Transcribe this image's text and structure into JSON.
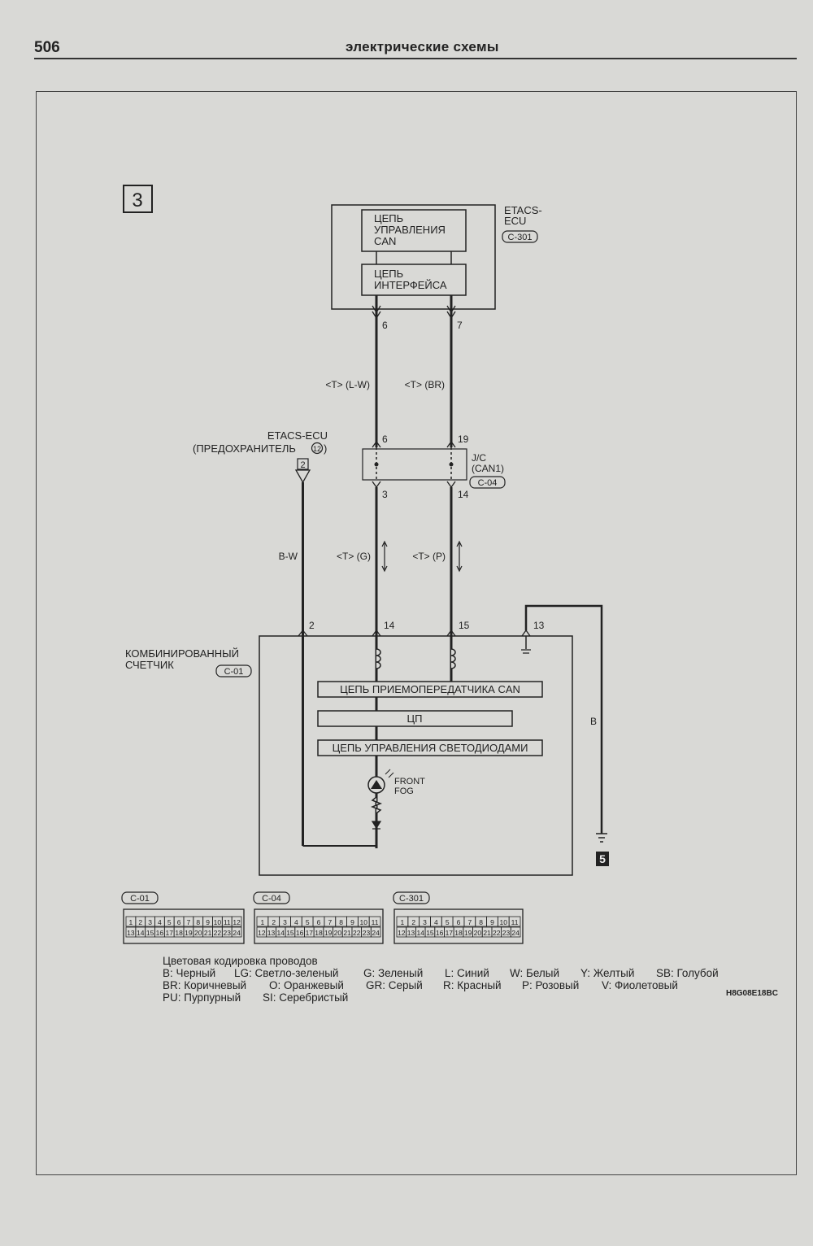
{
  "header": {
    "page_number": "506",
    "title": "электрические схемы"
  },
  "diagram": {
    "section_number": "3",
    "etacs_ecu_top": {
      "label_line1": "ETACS-",
      "label_line2": "ECU",
      "connector": "C-301",
      "can_control": {
        "line1": "ЦЕПЬ",
        "line2": "УПРАВЛЕНИЯ",
        "line3": "CAN"
      },
      "interface": {
        "line1": "ЦЕПЬ",
        "line2": "ИНТЕРФЕЙСА"
      },
      "pin_left": "6",
      "pin_right": "7"
    },
    "wire_labels_top": {
      "left": "<T> (L-W)",
      "right": "<T> (BR)"
    },
    "jc": {
      "label_line1": "J/C",
      "label_line2": "(CAN1)",
      "connector": "C-04",
      "pin_top_left": "6",
      "pin_top_right": "19",
      "pin_bottom_left": "3",
      "pin_bottom_right": "14"
    },
    "etacs_fuse": {
      "label_line1": "ETACS-ECU",
      "label_line2": "(ПРЕДОХРАНИТЕЛЬ",
      "fuse_number": "12",
      "closing": ")",
      "connector_pin": "2"
    },
    "wire_labels_mid": {
      "power": "B-W",
      "left": "<T> (G)",
      "right": "<T> (P)"
    },
    "meter_pins": {
      "power": "2",
      "can_h": "14",
      "can_l": "15",
      "ground": "13"
    },
    "combination_meter": {
      "label_line1": "КОМБИНИРОВАННЫЙ",
      "label_line2": "СЧЕТЧИК",
      "connector": "C-01",
      "can_transceiver": "ЦЕПЬ ПРИЕМОПЕРЕДАТЧИКА CAN",
      "cpu": "ЦП",
      "led_control": "ЦЕПЬ УПРАВЛЕНИЯ СВЕТОДИОДАМИ",
      "indicator_line1": "FRONT",
      "indicator_line2": "FOG"
    },
    "ground_wire_label": "B",
    "ground_point": "5",
    "connectors": [
      {
        "name": "C-01",
        "row1": [
          "1",
          "2",
          "3",
          "4",
          "5",
          "6",
          "7",
          "8",
          "9",
          "10",
          "11",
          "12"
        ],
        "row2": [
          "13",
          "14",
          "15",
          "16",
          "17",
          "18",
          "19",
          "20",
          "21",
          "22",
          "23",
          "24"
        ]
      },
      {
        "name": "C-04",
        "row1": [
          "1",
          "2",
          "3",
          "4",
          "5",
          "6",
          "7",
          "8",
          "9",
          "10",
          "11"
        ],
        "row2": [
          "12",
          "13",
          "14",
          "15",
          "16",
          "17",
          "18",
          "19",
          "20",
          "21",
          "22",
          "23",
          "24"
        ]
      },
      {
        "name": "C-301",
        "row1": [
          "1",
          "2",
          "3",
          "4",
          "5",
          "6",
          "7",
          "8",
          "9",
          "10",
          "11"
        ],
        "row2": [
          "12",
          "13",
          "14",
          "15",
          "16",
          "17",
          "18",
          "19",
          "20",
          "21",
          "22",
          "23",
          "24"
        ]
      }
    ]
  },
  "legend": {
    "title": "Цветовая кодировка проводов",
    "rows": [
      [
        "B: Черный",
        "LG: Светло-зеленый",
        "G: Зеленый",
        "L: Синий",
        "W: Белый",
        "Y: Желтый",
        "SB: Голубой"
      ],
      [
        "BR: Коричневый",
        "O: Оранжевый",
        "GR: Серый",
        "R: Красный",
        "P: Розовый",
        "V: Фиолетовый"
      ],
      [
        "PU: Пурпурный",
        "SI: Серебристый"
      ]
    ]
  },
  "drawing_code": "H8G08E18BC"
}
